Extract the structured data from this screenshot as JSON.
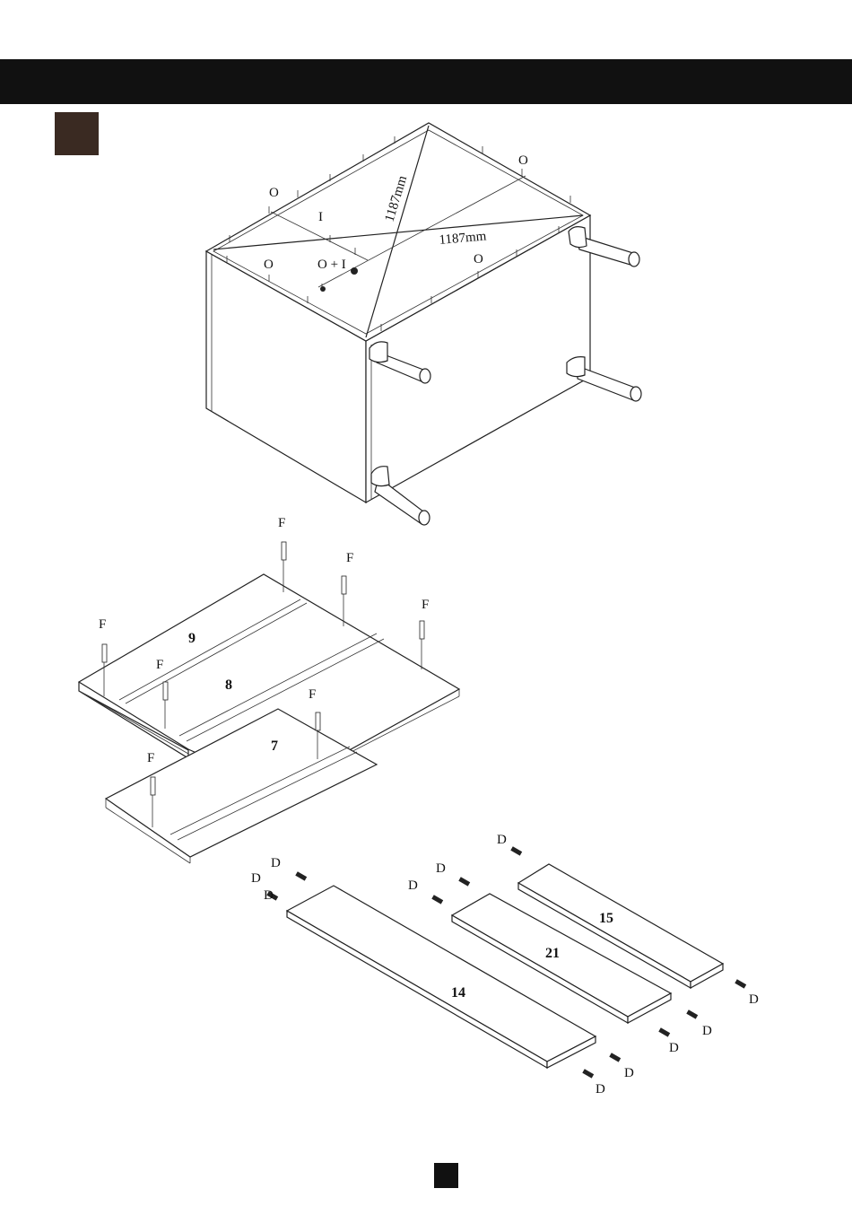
{
  "header_bar": {
    "color": "#111111"
  },
  "step_marker": {
    "color": "#3a2a22"
  },
  "page_marker": {
    "color": "#111111"
  },
  "cabinet": {
    "dimension_labels": [
      "1187mm",
      "1187mm"
    ],
    "hardware_labels": {
      "o_left": "O",
      "o_right": "O",
      "o_front_left": "O",
      "o_front_right": "O",
      "i_label": "I",
      "o_plus_i": "O + I"
    }
  },
  "panels_group": {
    "panel_labels": [
      "9",
      "8",
      "7"
    ],
    "fastener_label": "F"
  },
  "rails_group": {
    "rail_labels": [
      "14",
      "21",
      "15"
    ],
    "dowel_label": "D"
  }
}
